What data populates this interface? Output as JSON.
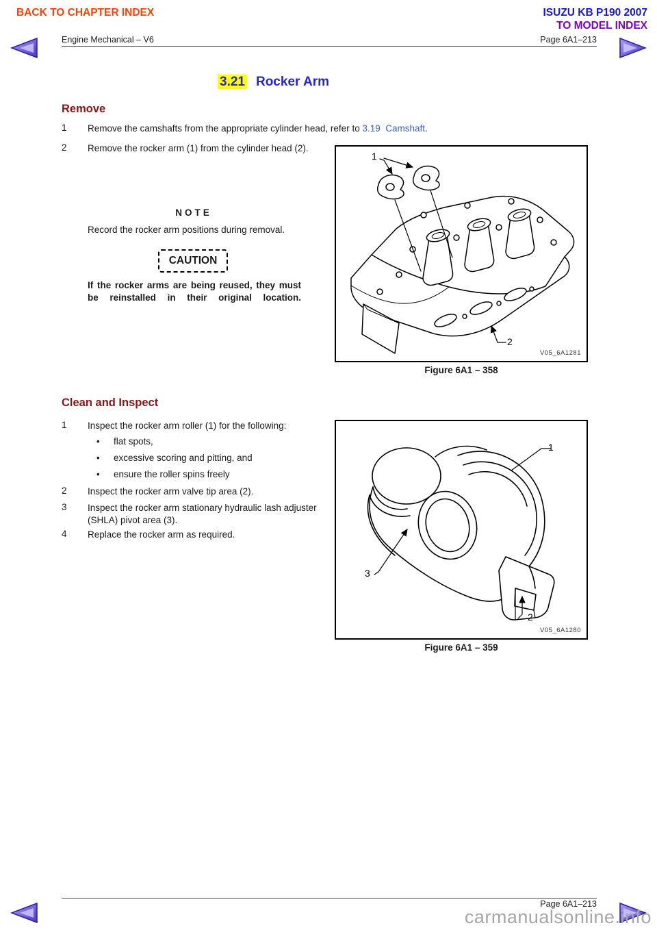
{
  "header": {
    "back_link": "BACK TO CHAPTER INDEX",
    "brand": "ISUZU KB P190 2007",
    "model_index_link": "TO MODEL INDEX",
    "running_title": "Engine Mechanical – V6",
    "page_label": "Page 6A1–213"
  },
  "title": {
    "number": "3.21",
    "name": "Rocker Arm"
  },
  "remove": {
    "heading": "Remove",
    "step1": {
      "num": "1",
      "before_link": "Remove the camshafts from the appropriate cylinder head, refer to ",
      "link": "3.19  Camshaft",
      "after_link": "."
    },
    "step2": {
      "num": "2",
      "text": "Remove the rocker arm (1) from the cylinder head (2)."
    },
    "note_heading": "NOTE",
    "note_text": "Record the rocker arm positions during removal.",
    "caution_label": "CAUTION",
    "caution_text": "If the rocker arms are being reused, they must be reinstalled in their original location."
  },
  "figure_358": {
    "callout_1": "1",
    "callout_2": "2",
    "image_code": "V05_6A1281",
    "caption": "Figure 6A1 – 358"
  },
  "clean": {
    "heading": "Clean and Inspect",
    "bullet_glyph": "•",
    "step1": {
      "num": "1",
      "text": "Inspect the rocker arm roller (1) for the following:"
    },
    "bullets": [
      "flat spots,",
      "excessive scoring and pitting, and",
      "ensure the roller spins freely"
    ],
    "step2": {
      "num": "2",
      "text": "Inspect the rocker arm valve tip area (2)."
    },
    "step3": {
      "num": "3",
      "text": "Inspect the rocker arm stationary hydraulic lash adjuster (SHLA) pivot area (3)."
    },
    "step4": {
      "num": "4",
      "text": "Replace the rocker arm as required."
    }
  },
  "figure_359": {
    "callout_1": "1",
    "callout_2": "2",
    "callout_3": "3",
    "image_code": "V05_6A1280",
    "caption": "Figure 6A1 – 359"
  },
  "footer": {
    "page_label": "Page 6A1–213",
    "watermark": "carmanualsonline.info"
  }
}
